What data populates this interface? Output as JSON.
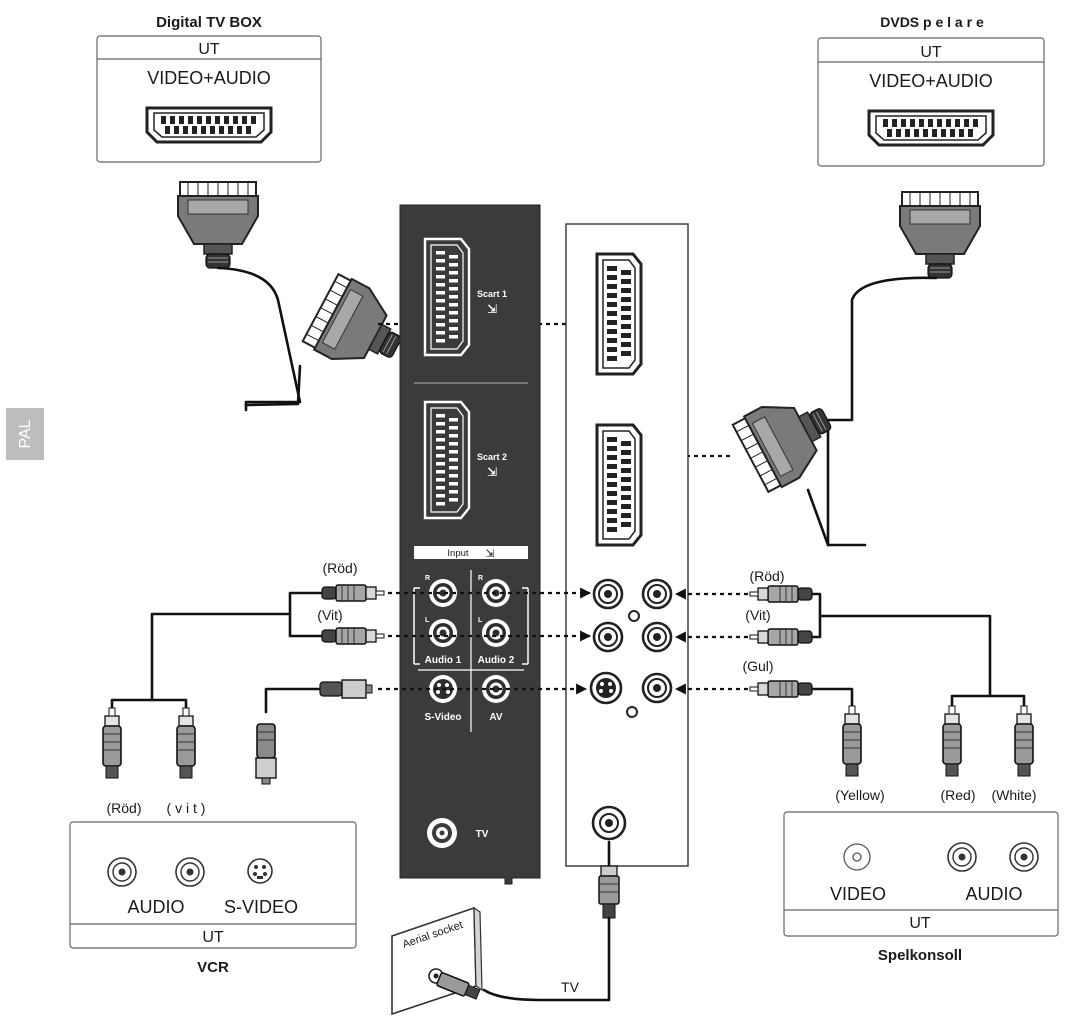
{
  "side_tab": "PAL",
  "devices": {
    "digital_tv_box": {
      "title": "Digital TV BOX",
      "out": "UT",
      "port": "VIDEO+AUDIO"
    },
    "dvd_player": {
      "title": "DVDS p e l a r e",
      "out": "UT",
      "port": "VIDEO+AUDIO"
    },
    "vcr": {
      "title": "VCR",
      "out": "UT",
      "audio": "AUDIO",
      "svideo": "S-VIDEO"
    },
    "game_console": {
      "title": "Spelkonsoll",
      "out": "UT",
      "video": "VIDEO",
      "audio": "AUDIO"
    }
  },
  "tv_panel": {
    "scart1": "Scart 1",
    "scart2": "Scart 2",
    "input": "Input",
    "r": "R",
    "l": "L",
    "audio1": "Audio 1",
    "audio2": "Audio 2",
    "svideo": "S-Video",
    "av": "AV",
    "tv": "TV"
  },
  "cable_labels": {
    "left_red": "(Röd)",
    "left_white": "(Vit)",
    "vcr_red": "(Röd)",
    "vcr_white": "( v i t )",
    "right_red": "(Röd)",
    "right_white": "(Vit)",
    "right_yellow": "(Gul)",
    "console_yellow": "(Yellow)",
    "console_red": "(Red)",
    "console_white": "(White)"
  },
  "aerial": {
    "socket": "Aerial socket",
    "tv": "TV"
  },
  "icons": [
    "scart-port-icon",
    "scart-plug-icon",
    "rca-plug-icon",
    "svideo-plug-icon",
    "rca-jack-icon",
    "svideo-jack-icon",
    "coax-jack-icon",
    "arrow-icon"
  ]
}
